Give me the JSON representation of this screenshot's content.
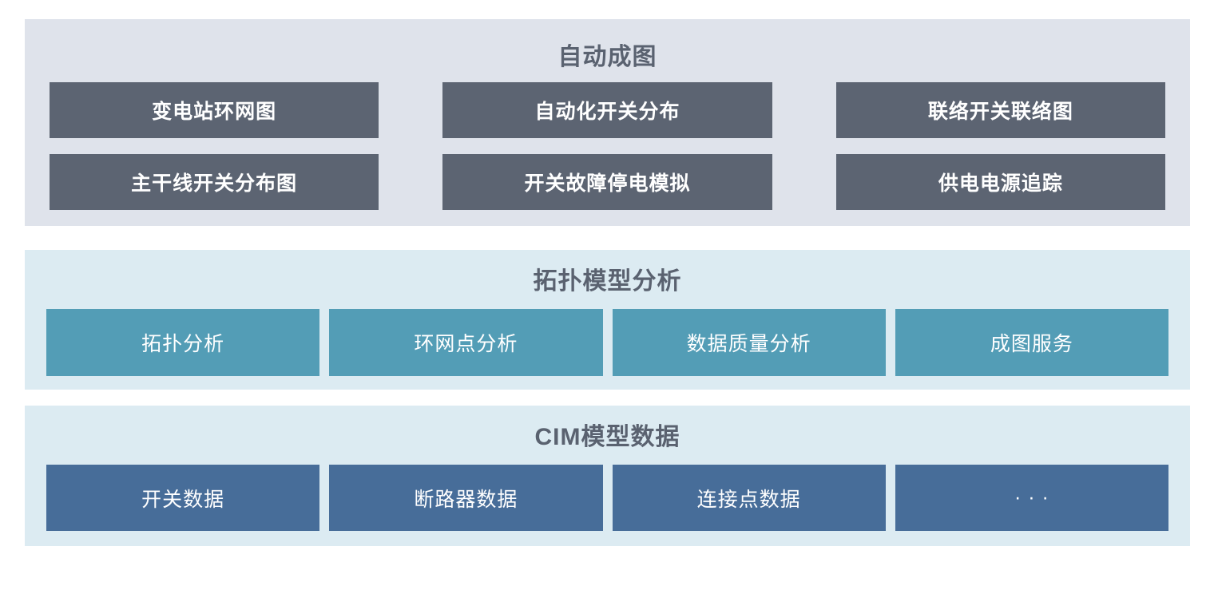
{
  "colors": {
    "page_bg": "#ffffff",
    "layer1_bg": "#dfe3eb",
    "layer1_button_bg": "#5c6472",
    "layer23_bg": "#dcebf2",
    "layer2_button_bg": "#539db6",
    "layer3_button_bg": "#476d99",
    "title_text": "#5a6270",
    "button_text": "#ffffff"
  },
  "sections": [
    {
      "title": "自动成图",
      "rows": [
        [
          "变电站环网图",
          "自动化开关分布",
          "联络开关联络图"
        ],
        [
          "主干线开关分布图",
          "开关故障停电模拟",
          "供电电源追踪"
        ]
      ]
    },
    {
      "title": "拓扑模型分析",
      "items": [
        "拓扑分析",
        "环网点分析",
        "数据质量分析",
        "成图服务"
      ]
    },
    {
      "title": "CIM模型数据",
      "items": [
        "开关数据",
        "断路器数据",
        "连接点数据",
        "· · ·"
      ]
    }
  ]
}
